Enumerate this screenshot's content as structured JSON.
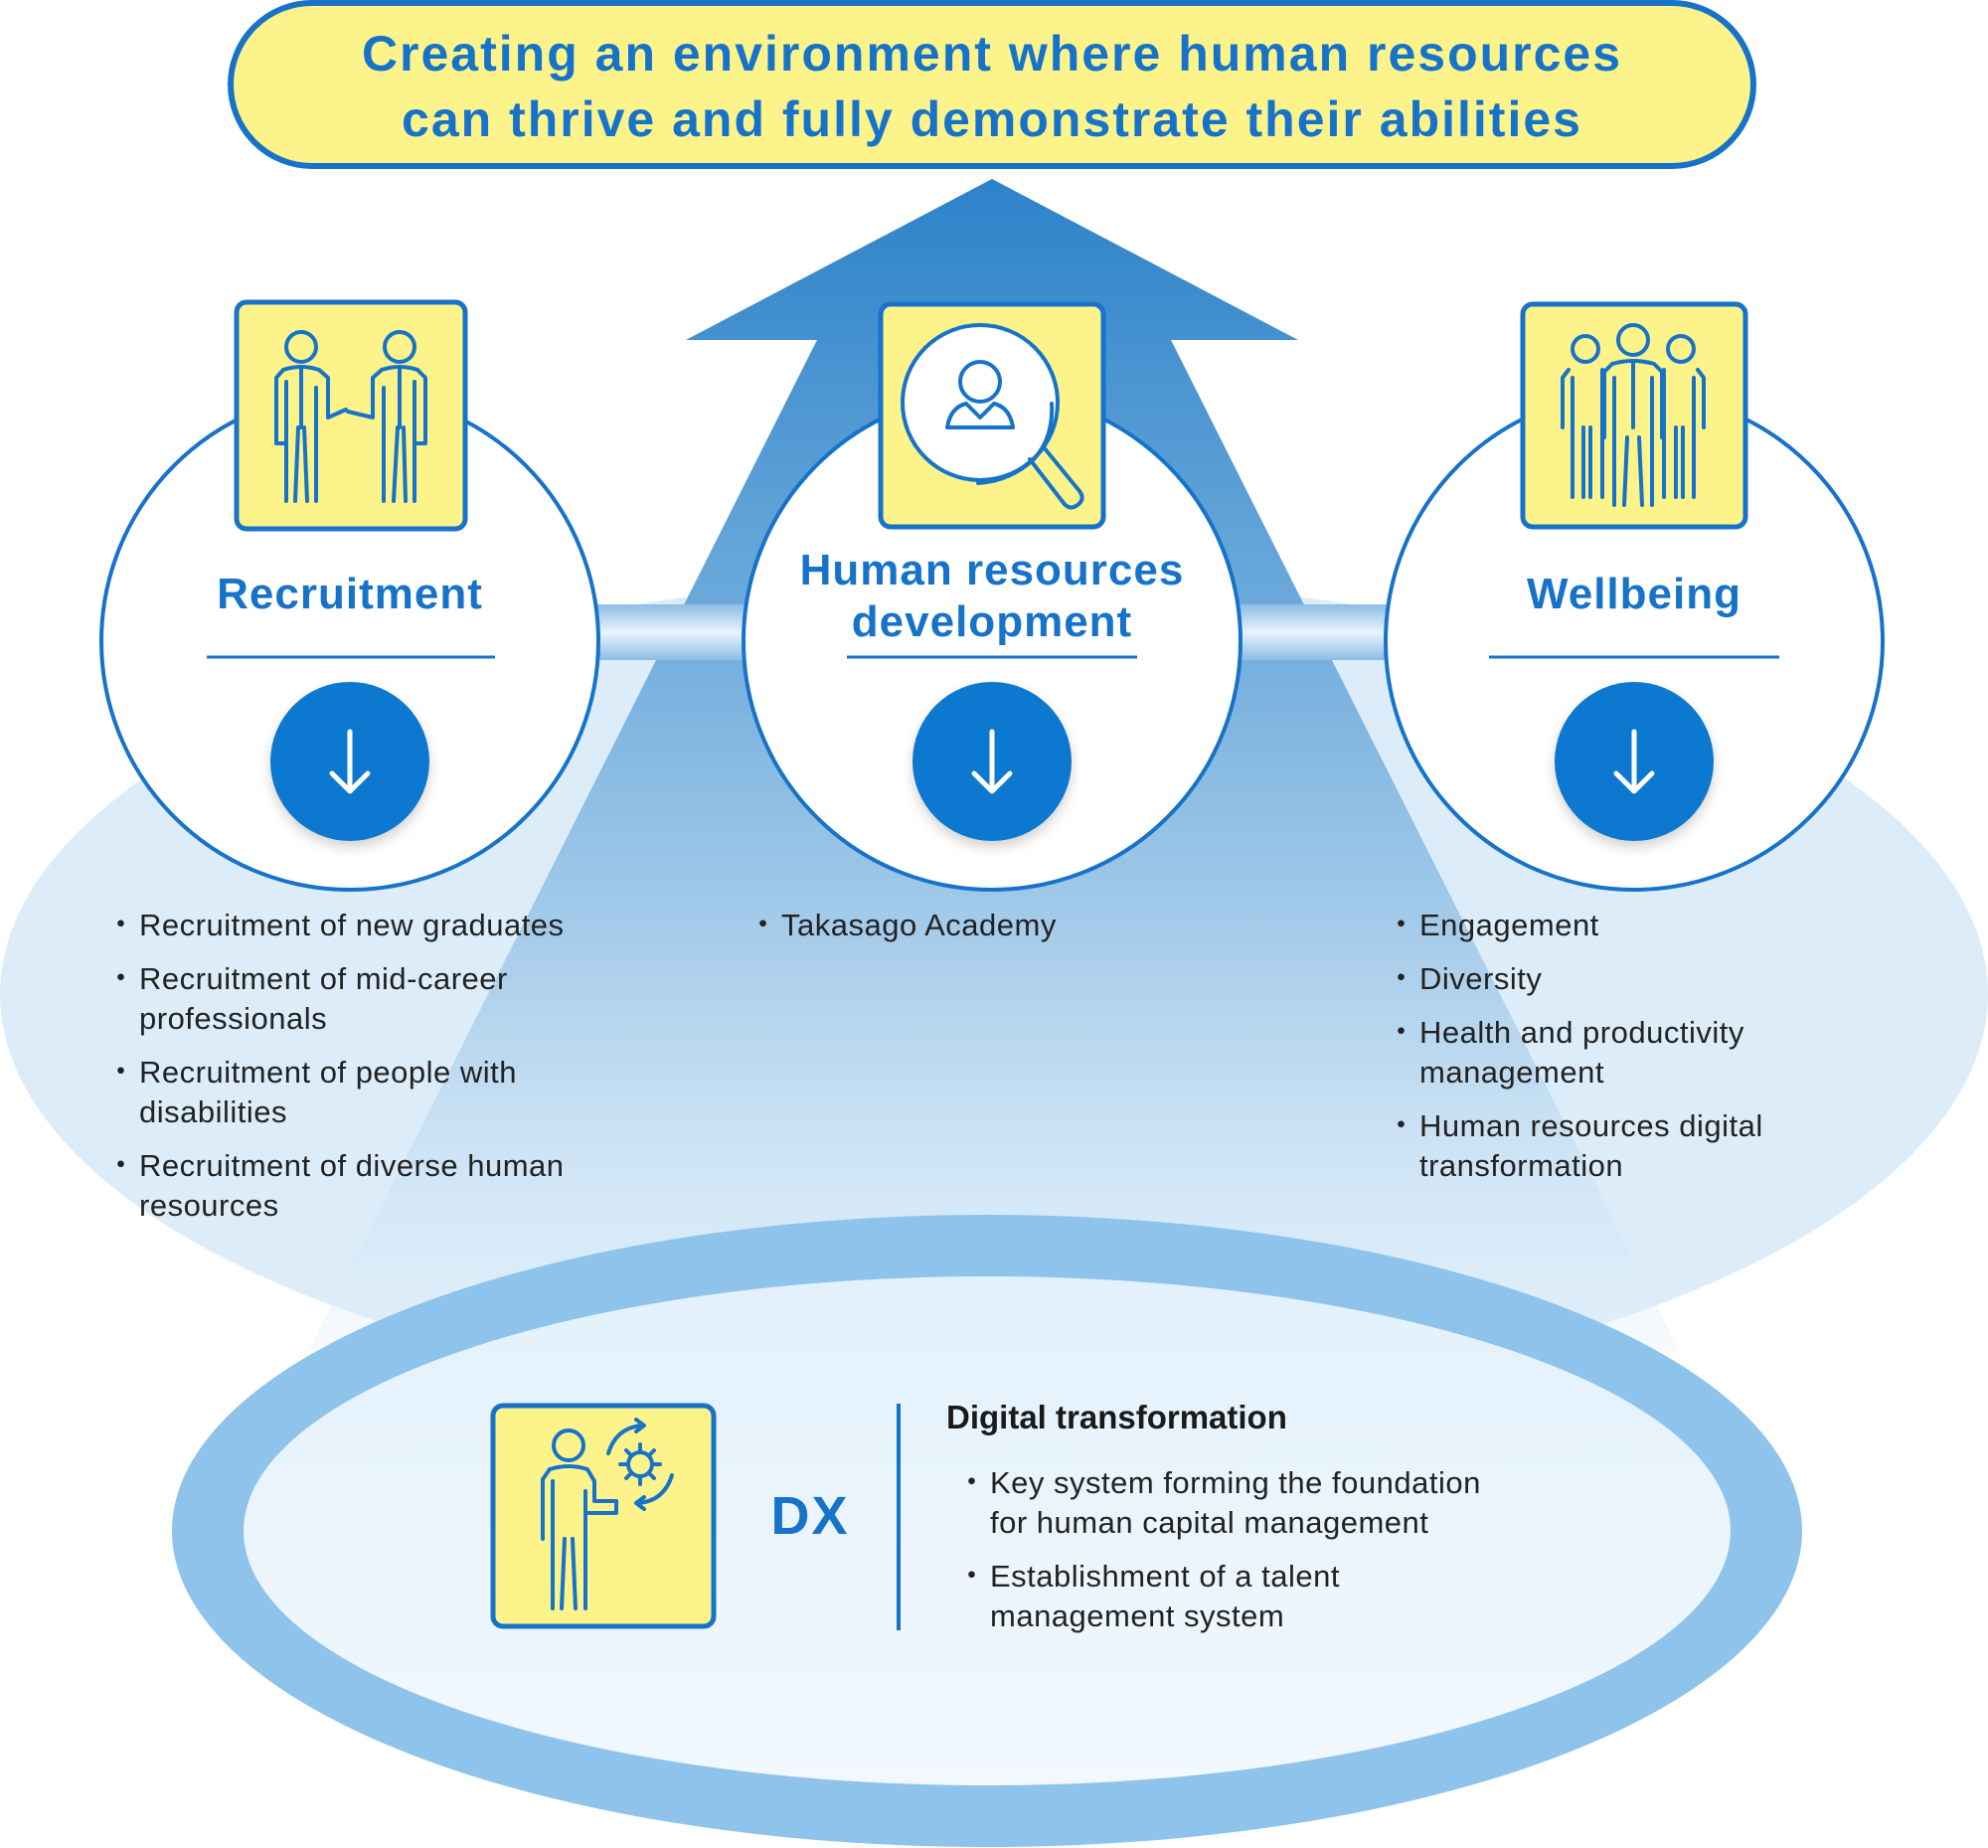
{
  "goal": {
    "line1": "Creating an environment where human resources",
    "line2": "can thrive and fully demonstrate their abilities"
  },
  "pillars": [
    {
      "title": "Recruitment",
      "icon": "handshake-icon",
      "items": [
        "Recruitment of new graduates",
        "Recruitment of mid-career professionals",
        "Recruitment of people with disabilities",
        "Recruitment of diverse human resources"
      ]
    },
    {
      "title_line1": "Human resources",
      "title_line2": "development",
      "icon": "magnifier-person-icon",
      "items": [
        "Takasago Academy"
      ]
    },
    {
      "title": "Wellbeing",
      "icon": "group-icon",
      "items": [
        "Engagement",
        "Diversity",
        "Health and productivity management",
        "Human resources digital transformation"
      ]
    }
  ],
  "dx": {
    "label": "DX",
    "icon": "person-gear-icon",
    "title": "Digital transformation",
    "items": [
      "Key system forming the foundation for human capital management",
      "Establishment of a talent management system"
    ]
  },
  "colors": {
    "primary_blue": "#1773c9",
    "arrow_circle": "#0a78d0",
    "icon_fill": "#fcf48a",
    "ellipse_fill": "#ddeefa",
    "dx_ring": "#8ec3ec",
    "text": "#222222"
  }
}
